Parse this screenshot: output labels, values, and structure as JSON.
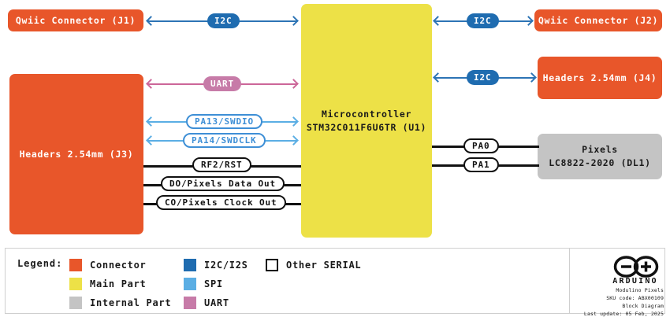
{
  "diagram": {
    "title": "Modulino Pixels Block Diagram",
    "blocks": [
      {
        "id": "j1",
        "label": "Qwiic Connector (J1)",
        "kind": "connector"
      },
      {
        "id": "j3",
        "label": "Headers 2.54mm (J3)",
        "kind": "connector"
      },
      {
        "id": "u1",
        "label": "Microcontroller\nSTM32C011F6U6TR (U1)",
        "kind": "main-part"
      },
      {
        "id": "j2",
        "label": "Qwiic Connector (J2)",
        "kind": "connector"
      },
      {
        "id": "j4",
        "label": "Headers 2.54mm (J4)",
        "kind": "connector"
      },
      {
        "id": "dl1",
        "label": "Pixels\nLC8822-2020 (DL1)",
        "kind": "internal-part"
      }
    ],
    "signals": [
      {
        "id": "sig-j1-i2c",
        "label": "I2C",
        "bus": "i2c",
        "from": "j1",
        "to": "u1",
        "direction": "bidirectional"
      },
      {
        "id": "sig-uart",
        "label": "UART",
        "bus": "uart",
        "from": "j3",
        "to": "u1",
        "direction": "bidirectional"
      },
      {
        "id": "sig-swdio",
        "label": "PA13/SWDIO",
        "bus": "spi",
        "from": "j3",
        "to": "u1",
        "direction": "bidirectional"
      },
      {
        "id": "sig-swdclk",
        "label": "PA14/SWDCLK",
        "bus": "spi",
        "from": "j3",
        "to": "u1",
        "direction": "bidirectional"
      },
      {
        "id": "sig-rst",
        "label": "RF2/RST",
        "bus": "other",
        "from": "j3",
        "to": "u1",
        "direction": "none"
      },
      {
        "id": "sig-data-out",
        "label": "DO/Pixels Data Out",
        "bus": "other",
        "from": "j3",
        "to": "u1",
        "direction": "none"
      },
      {
        "id": "sig-clock-out",
        "label": "CO/Pixels Clock Out",
        "bus": "other",
        "from": "j3",
        "to": "u1",
        "direction": "none"
      },
      {
        "id": "sig-j2-i2c",
        "label": "I2C",
        "bus": "i2c",
        "from": "u1",
        "to": "j2",
        "direction": "bidirectional"
      },
      {
        "id": "sig-j4-i2c",
        "label": "I2C",
        "bus": "i2c",
        "from": "u1",
        "to": "j4",
        "direction": "bidirectional"
      },
      {
        "id": "sig-pa0",
        "label": "PA0",
        "bus": "other",
        "from": "u1",
        "to": "dl1",
        "direction": "none"
      },
      {
        "id": "sig-pa1",
        "label": "PA1",
        "bus": "other",
        "from": "u1",
        "to": "dl1",
        "direction": "none"
      }
    ]
  },
  "legend": {
    "title": "Legend:",
    "items": [
      {
        "label": "Connector",
        "color": "#E8562A",
        "style": "filled"
      },
      {
        "label": "Main Part",
        "color": "#EDE147",
        "style": "filled"
      },
      {
        "label": "Internal Part",
        "color": "#C4C4C4",
        "style": "filled"
      },
      {
        "label": "I2C/I2S",
        "color": "#1F6CB0",
        "style": "filled"
      },
      {
        "label": "SPI",
        "color": "#5BAEE4",
        "style": "filled"
      },
      {
        "label": "UART",
        "color": "#C77BA8",
        "style": "filled"
      },
      {
        "label": "Other SERIAL",
        "color": "#111111",
        "style": "outline"
      }
    ]
  },
  "branding": {
    "wordmark": "ARDUINO",
    "meta_lines": [
      "Modulino Pixels",
      "SKU code: ABX00109",
      "Block Diagram",
      "Last update: 05 Feb, 2025"
    ]
  }
}
